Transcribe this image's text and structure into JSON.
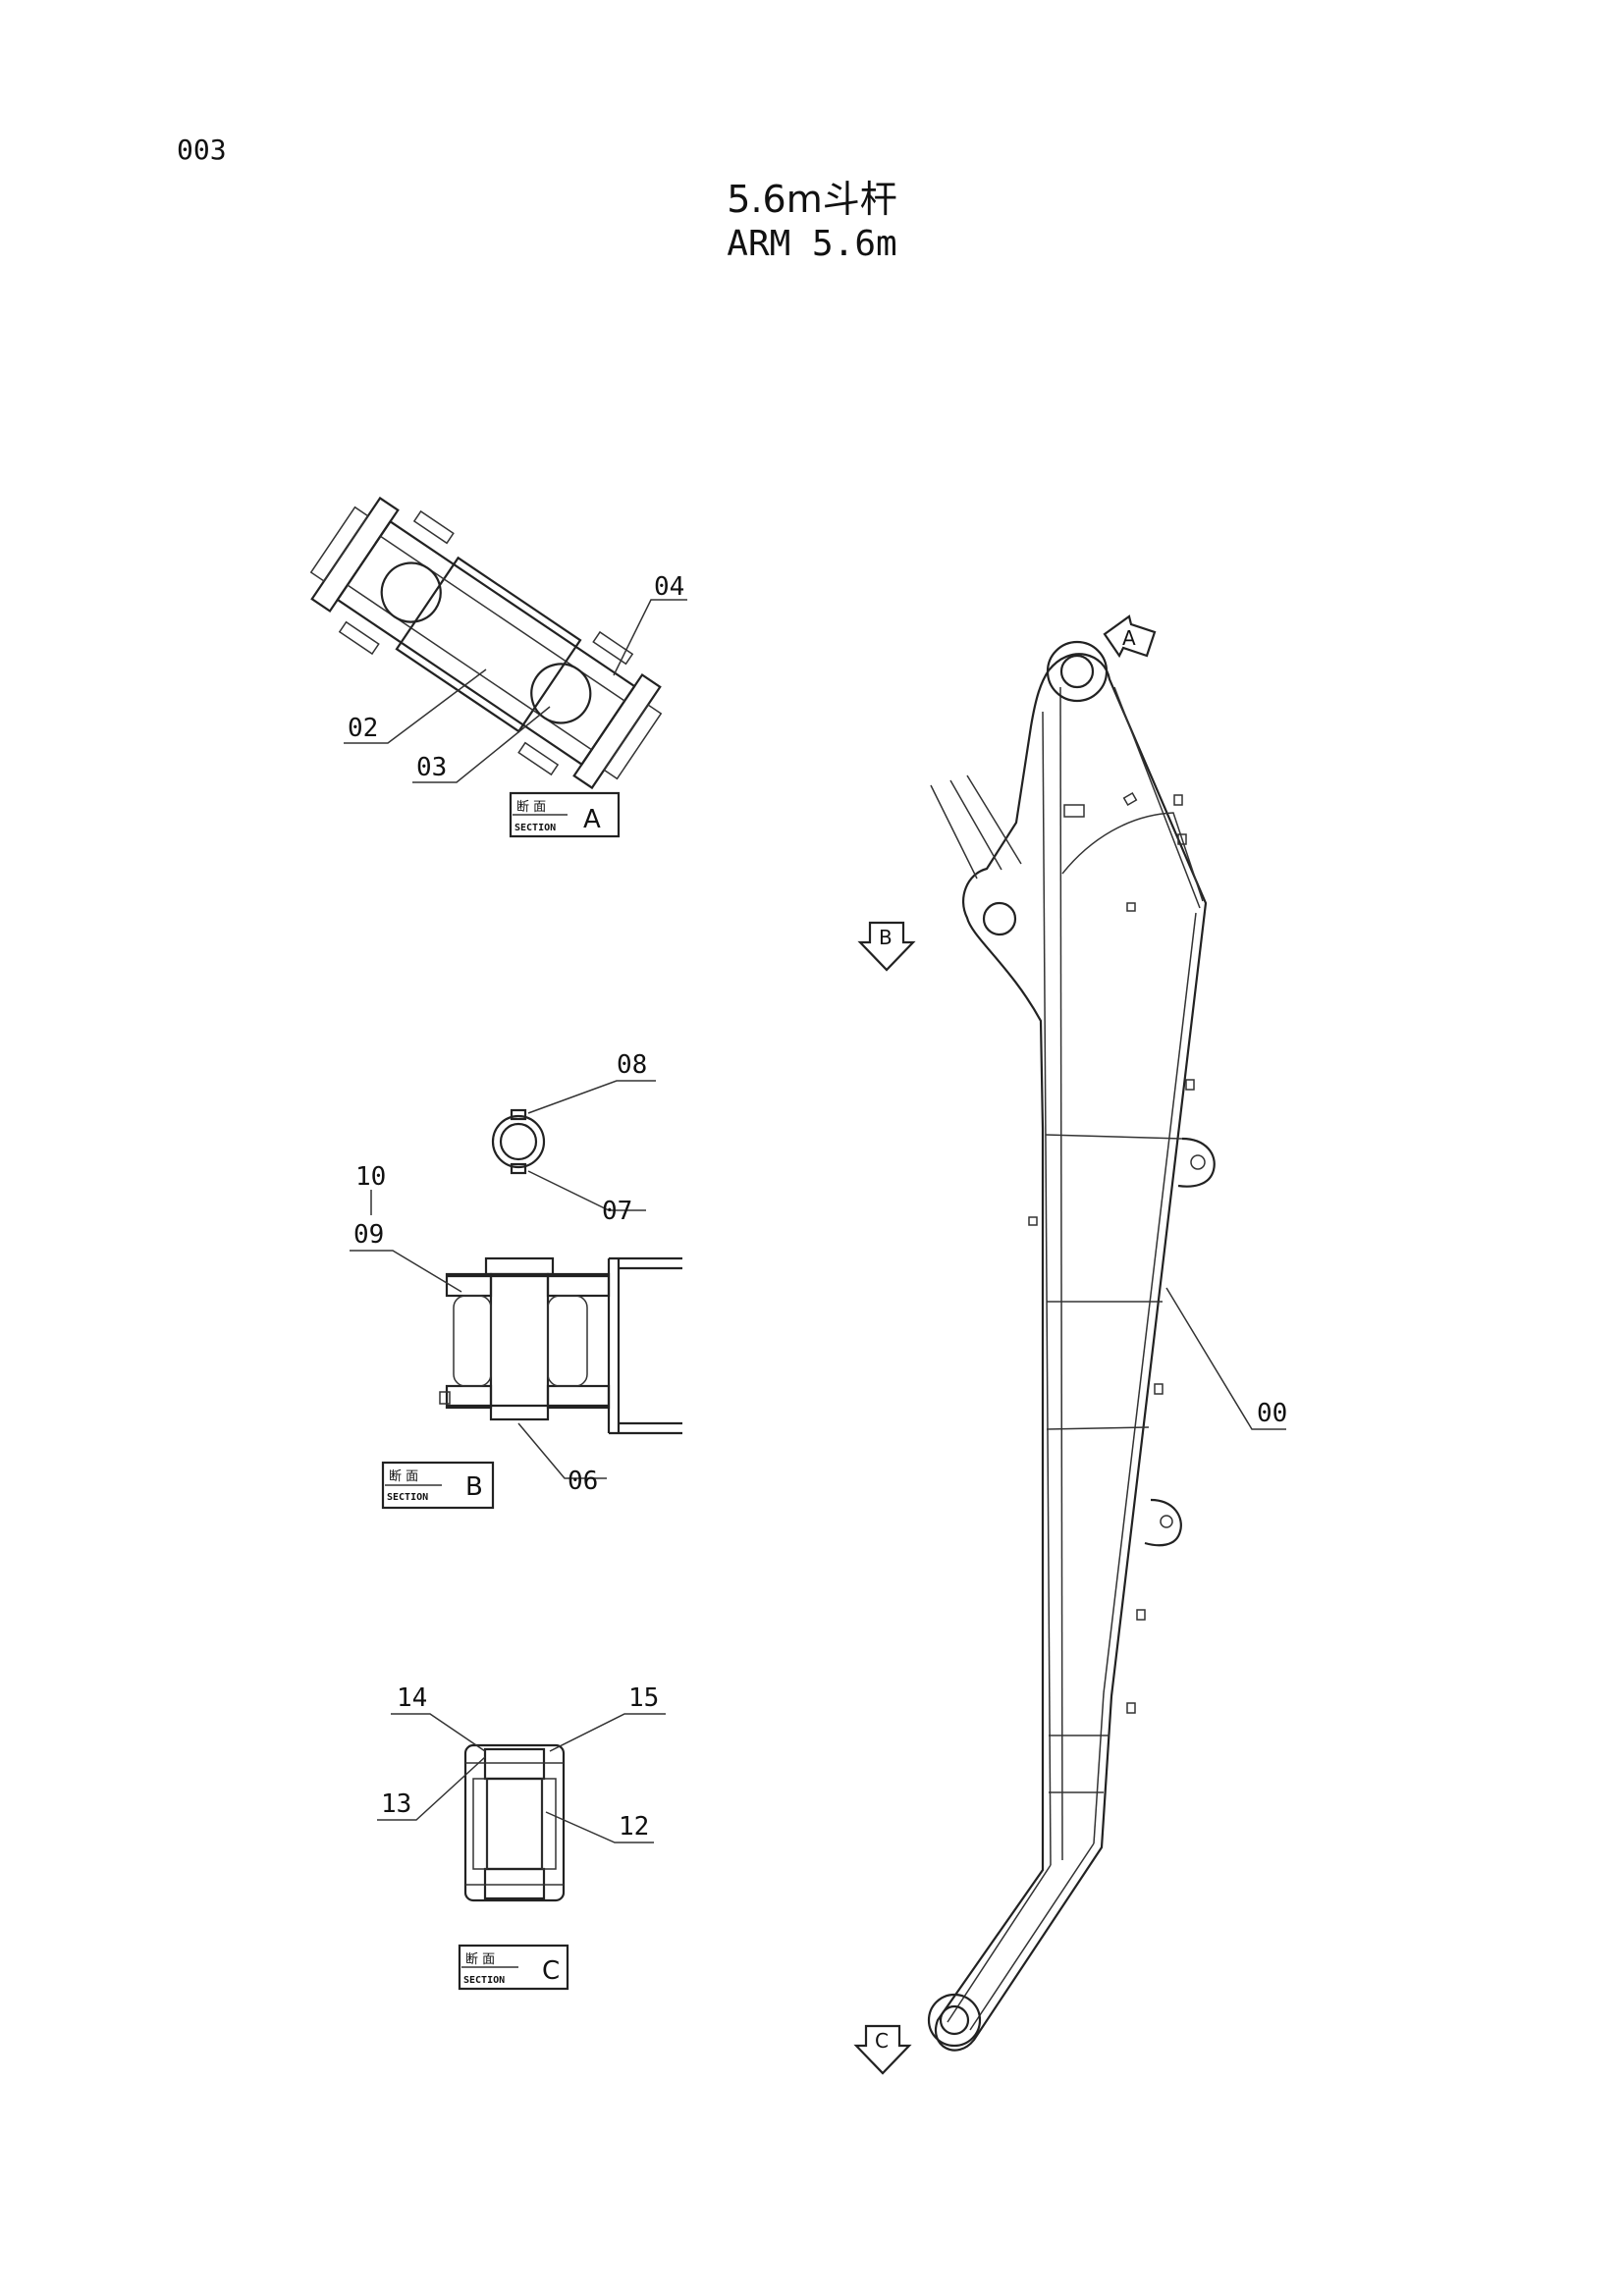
{
  "page_number": "003",
  "title": {
    "cn": "5.6m斗杆",
    "en": "ARM 5.6m"
  },
  "section_tag": {
    "cn": "断 面",
    "en": "SECTION"
  },
  "section_a": {
    "letter": "A",
    "callouts": [
      "04",
      "02",
      "03"
    ]
  },
  "section_b": {
    "letter": "B",
    "callouts": [
      "08",
      "07",
      "10",
      "09",
      "06"
    ]
  },
  "section_c": {
    "letter": "C",
    "callouts": [
      "14",
      "15",
      "13",
      "12"
    ]
  },
  "arm": {
    "callout": "00",
    "view_arrows": [
      "A",
      "B",
      "C"
    ]
  }
}
